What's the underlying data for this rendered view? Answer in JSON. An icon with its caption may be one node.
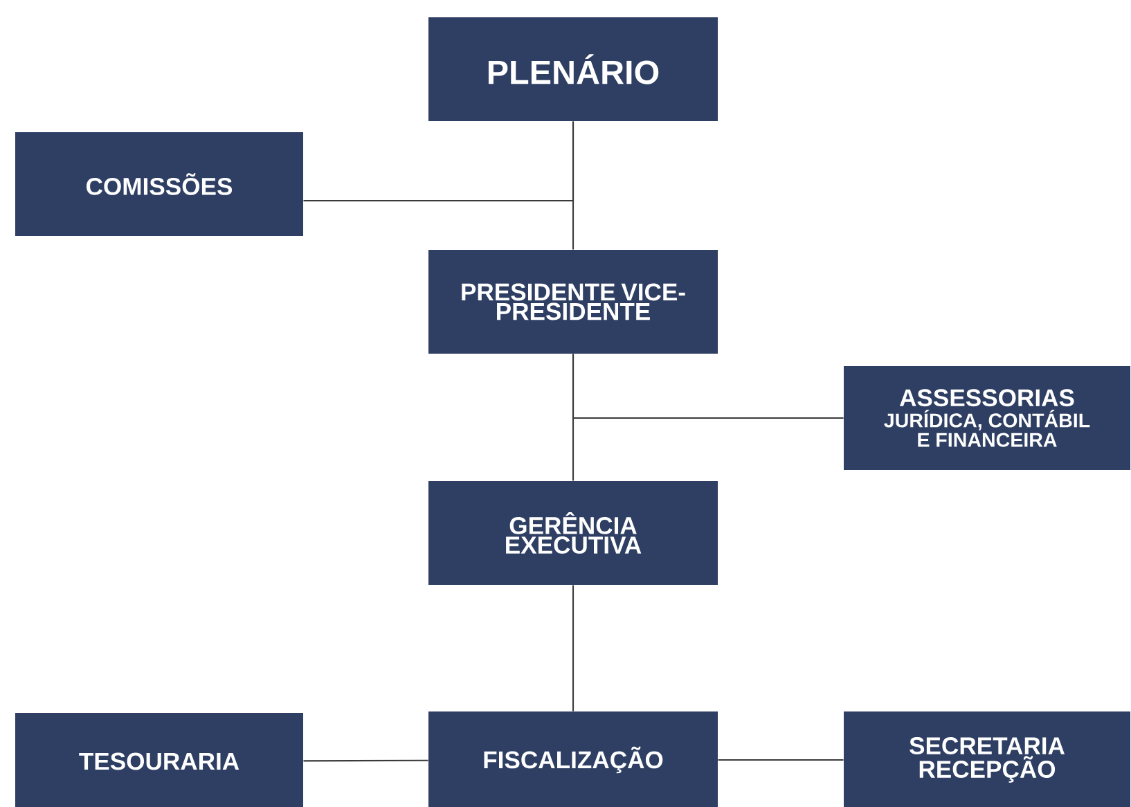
{
  "diagram": {
    "nodes": [
      {
        "text": [
          "PLENÁRIO"
        ]
      },
      {
        "text": [
          "COMISSÕES"
        ]
      },
      {
        "text": [
          "PRESIDENTE VICE-PRESIDENTE"
        ]
      },
      {
        "text": [
          "ASSESSORIAS",
          "JURÍDICA, CONTÁBIL E FINANCEIRA"
        ]
      },
      {
        "text": [
          "GERÊNCIA EXECUTIVA"
        ]
      },
      {
        "text": [
          "TESOURARIA"
        ]
      },
      {
        "text": [
          "FISCALIZAÇÃO"
        ]
      },
      {
        "text": [
          "SECRETARIA RECEPÇÃO"
        ]
      }
    ],
    "edges": [
      {
        "from": 0,
        "to": 2,
        "arrow": "none"
      },
      {
        "from": 1,
        "to": 0,
        "arrow": "none"
      },
      {
        "from": 3,
        "to": 2,
        "arrow": "none"
      },
      {
        "from": 2,
        "to": 4,
        "arrow": "none"
      },
      {
        "from": 4,
        "to": 6,
        "arrow": "none"
      },
      {
        "from": 5,
        "to": 6,
        "arrow": "none"
      },
      {
        "from": 6,
        "to": 7,
        "arrow": "none"
      }
    ]
  }
}
